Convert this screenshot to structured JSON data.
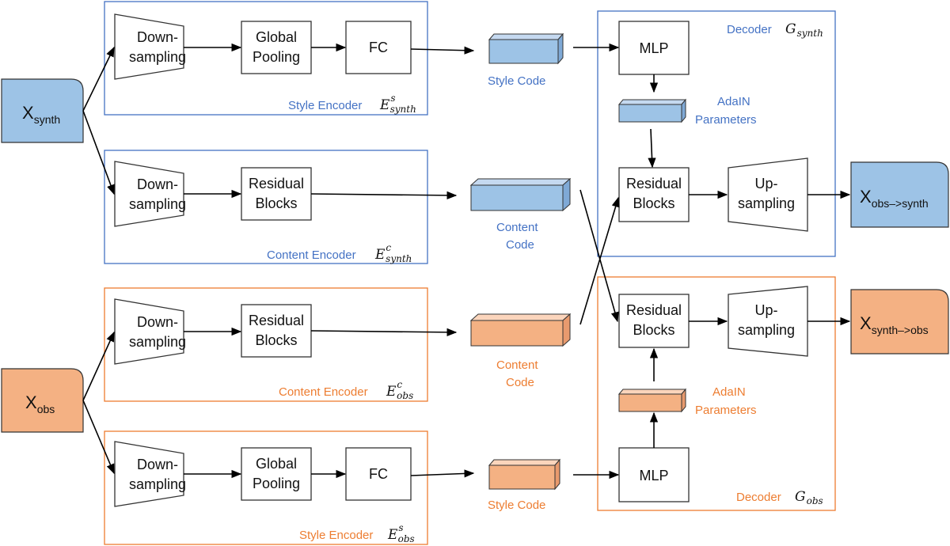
{
  "inputs": {
    "x_synth": {
      "base": "X",
      "sub": "synth",
      "color": "#9dc3e6"
    },
    "x_obs": {
      "base": "X",
      "sub": "obs",
      "color": "#f4b183"
    }
  },
  "outputs": {
    "x_obs_synth": {
      "base": "X",
      "sub": "obs–>synth",
      "color": "#9dc3e6"
    },
    "x_synth_obs": {
      "base": "X",
      "sub": "synth–>obs",
      "color": "#f4b183"
    }
  },
  "blocks": {
    "downsampling": [
      "Down-",
      "sampling"
    ],
    "global_pooling": [
      "Global",
      "Pooling"
    ],
    "fc": "FC",
    "residual": [
      "Residual",
      "Blocks"
    ],
    "mlp": "MLP",
    "upsampling": [
      "Up-",
      "sampling"
    ]
  },
  "codes": {
    "style_code": "Style Code",
    "content_code": [
      "Content",
      "Code"
    ],
    "adain": [
      "AdaIN",
      "Parameters"
    ]
  },
  "groups": {
    "style_enc_synth": {
      "caption": "Style Encoder",
      "sym": "E",
      "sup": "s",
      "sub": "synth"
    },
    "content_enc_synth": {
      "caption": "Content Encoder",
      "sym": "E",
      "sup": "c",
      "sub": "synth"
    },
    "content_enc_obs": {
      "caption": "Content Encoder",
      "sym": "E",
      "sup": "c",
      "sub": "obs"
    },
    "style_enc_obs": {
      "caption": "Style Encoder",
      "sym": "E",
      "sup": "s",
      "sub": "obs"
    },
    "decoder_synth": {
      "caption": "Decoder",
      "sym": "G",
      "sub": "synth"
    },
    "decoder_obs": {
      "caption": "Decoder",
      "sym": "G",
      "sub": "obs"
    }
  },
  "colors": {
    "blue": "#4472c4",
    "orange": "#ed7d31",
    "blue_fill": "#9dc3e6",
    "orange_fill": "#f4b183"
  }
}
